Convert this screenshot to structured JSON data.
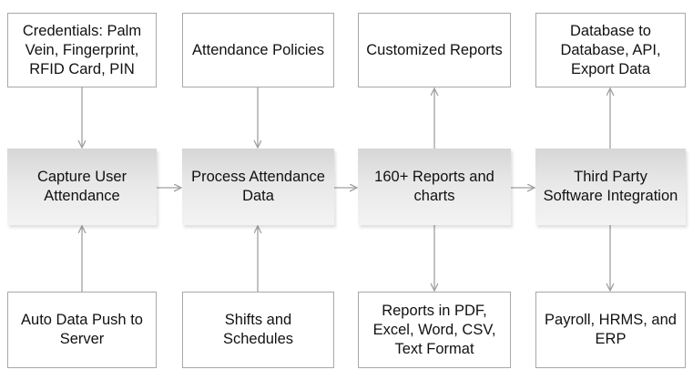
{
  "diagram": {
    "colors": {
      "box_border": "#a8a8a8",
      "arrow": "#a0a0a0",
      "gradient_top": "#d6d6d6",
      "gradient_bottom": "#f3f3f3",
      "text": "#111111"
    },
    "top_row": [
      {
        "text": "Credentials: Palm Vein, Fingerprint, RFID Card, PIN"
      },
      {
        "text": "Attendance Policies"
      },
      {
        "text": "Customized Reports"
      },
      {
        "text": "Database to Database, API, Export Data"
      }
    ],
    "middle_row": [
      {
        "text": "Capture User Attendance"
      },
      {
        "text": "Process Attendance Data"
      },
      {
        "text": "160+ Reports and charts"
      },
      {
        "text": "Third Party Software Integration"
      }
    ],
    "bottom_row": [
      {
        "text": "Auto Data Push to Server"
      },
      {
        "text": "Shifts and Schedules"
      },
      {
        "text": "Reports in PDF, Excel, Word, CSV, Text Format"
      },
      {
        "text": "Payroll, HRMS, and ERP"
      }
    ]
  }
}
